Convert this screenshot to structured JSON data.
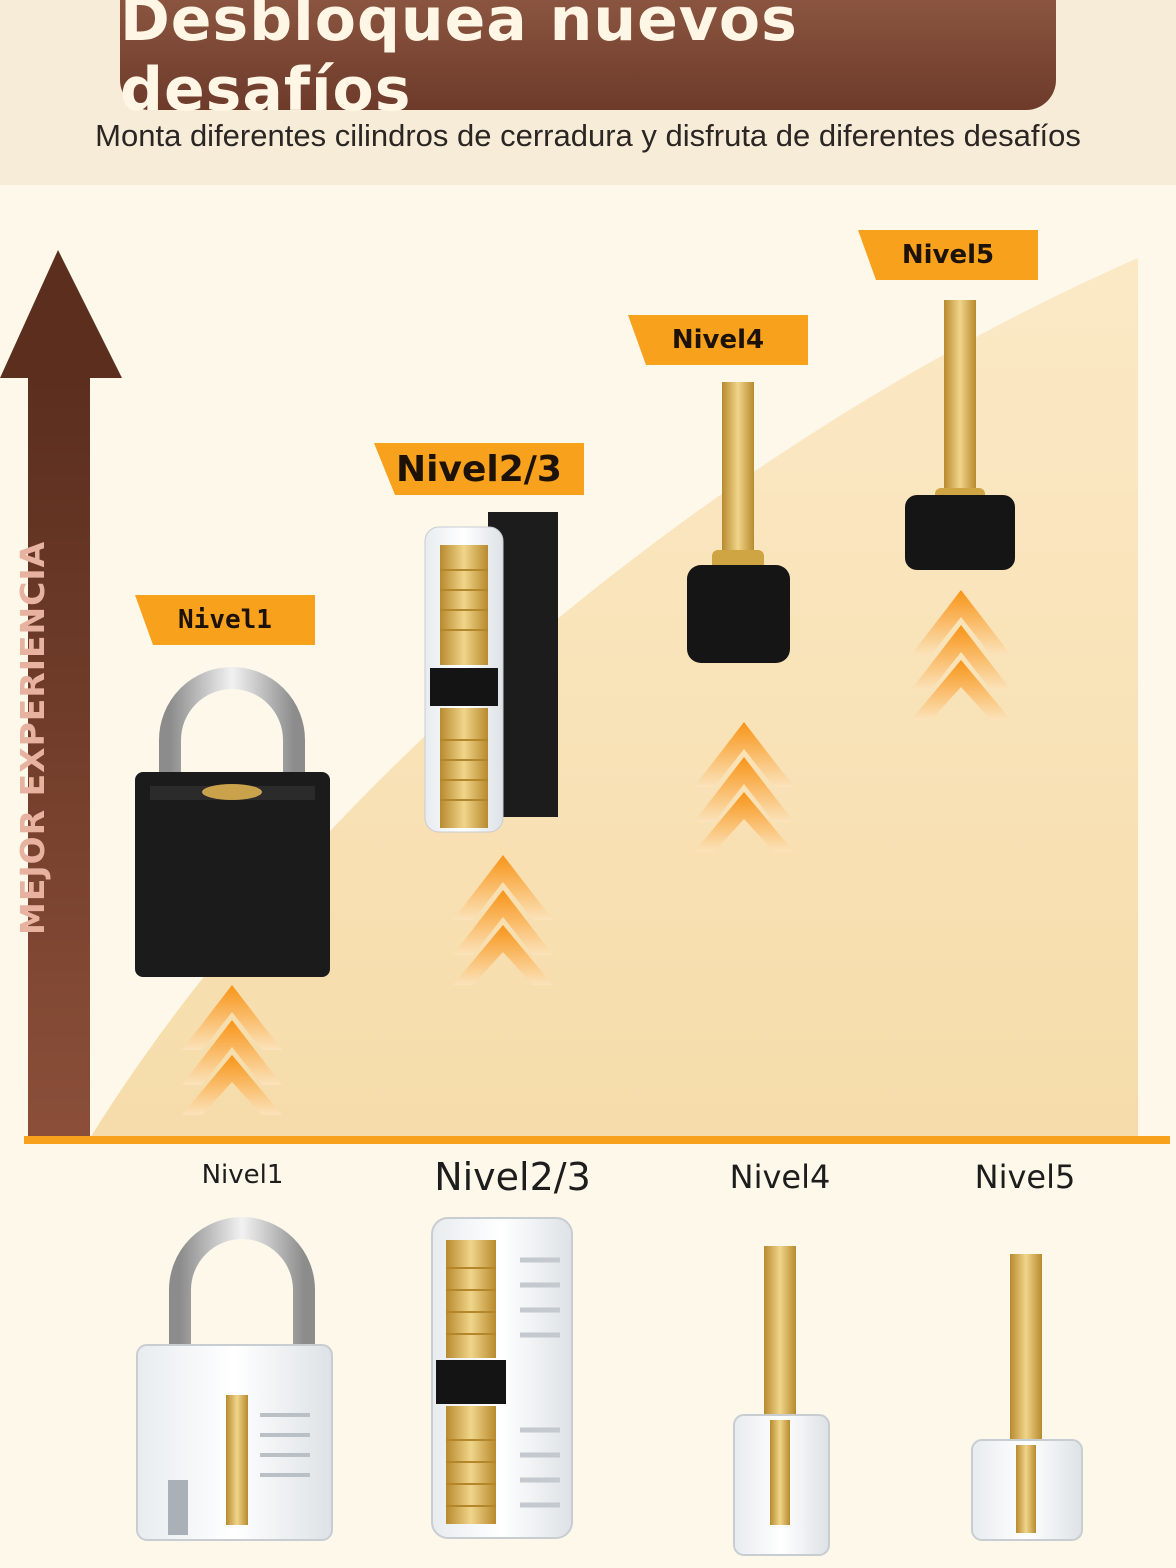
{
  "header": {
    "title": "Desbloquea nuevos desafíos",
    "subtitle": "Monta diferentes cilindros de cerradura y disfruta de diferentes desafíos"
  },
  "chart": {
    "axis_label": "MEJOR EXPERIENCIA",
    "levels": [
      {
        "label": "Nivel1"
      },
      {
        "label": "Nivel2/3"
      },
      {
        "label": "Nivel4"
      },
      {
        "label": "Nivel5"
      }
    ]
  },
  "bottom": {
    "labels": [
      "Nivel1",
      "Nivel2/3",
      "Nivel4",
      "Nivel5"
    ]
  },
  "colors": {
    "accent": "#f7a11c",
    "brown": "#7a4331",
    "background": "#fdf8ea",
    "gold": "#d9b05a"
  }
}
